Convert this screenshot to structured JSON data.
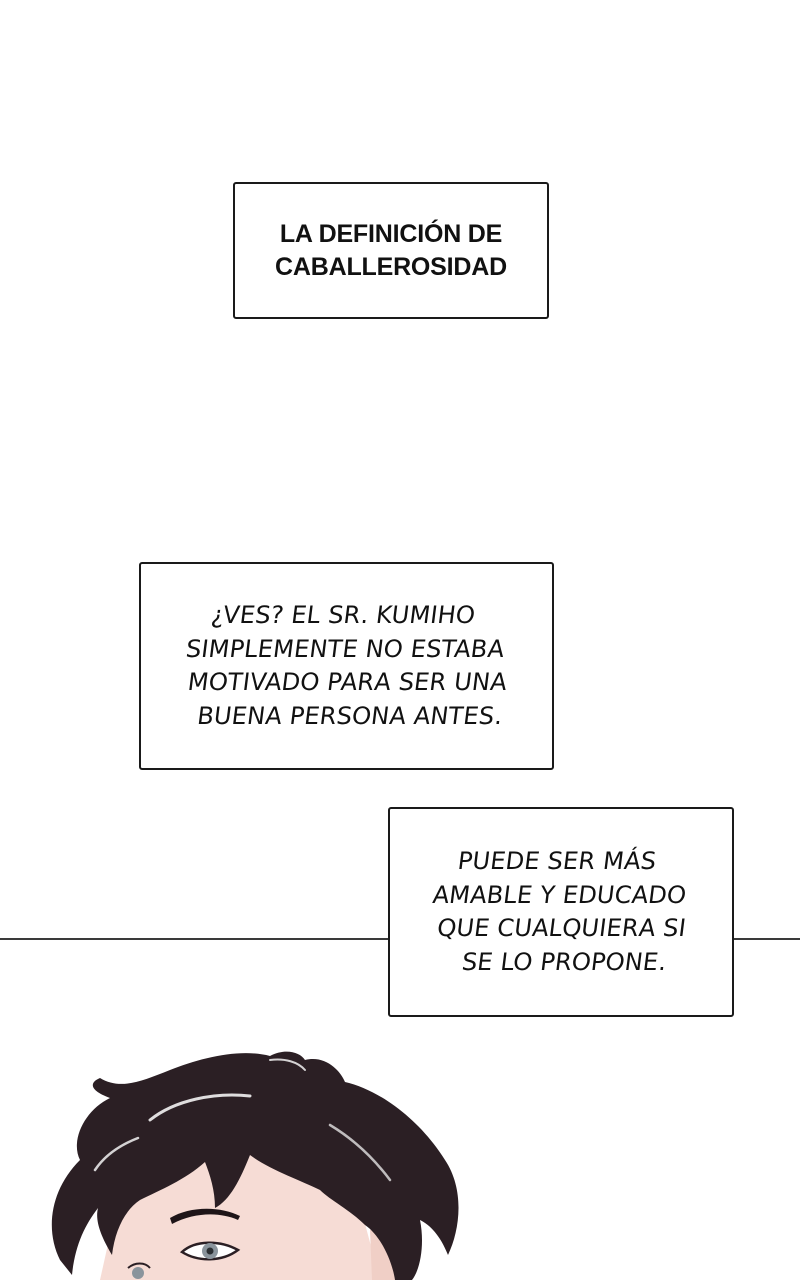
{
  "captions": {
    "title": "LA DEFINICIÓN DE\nCABALLEROSIDAD",
    "first": "¿VES? EL SR. KUMIHO\nSIMPLEMENTE NO ESTABA\nMOTIVADO PARA SER UNA\nBUENA PERSONA ANTES.",
    "second": "PUEDE SER MÁS\nAMABLE Y EDUCADO\nQUE CUALQUIERA SI\nSE LO PROPONE."
  },
  "colors": {
    "background": "#ffffff",
    "border": "#1a1a1a",
    "text": "#111111",
    "hair": "#2b1f24",
    "skin": "#f6dcd5"
  }
}
